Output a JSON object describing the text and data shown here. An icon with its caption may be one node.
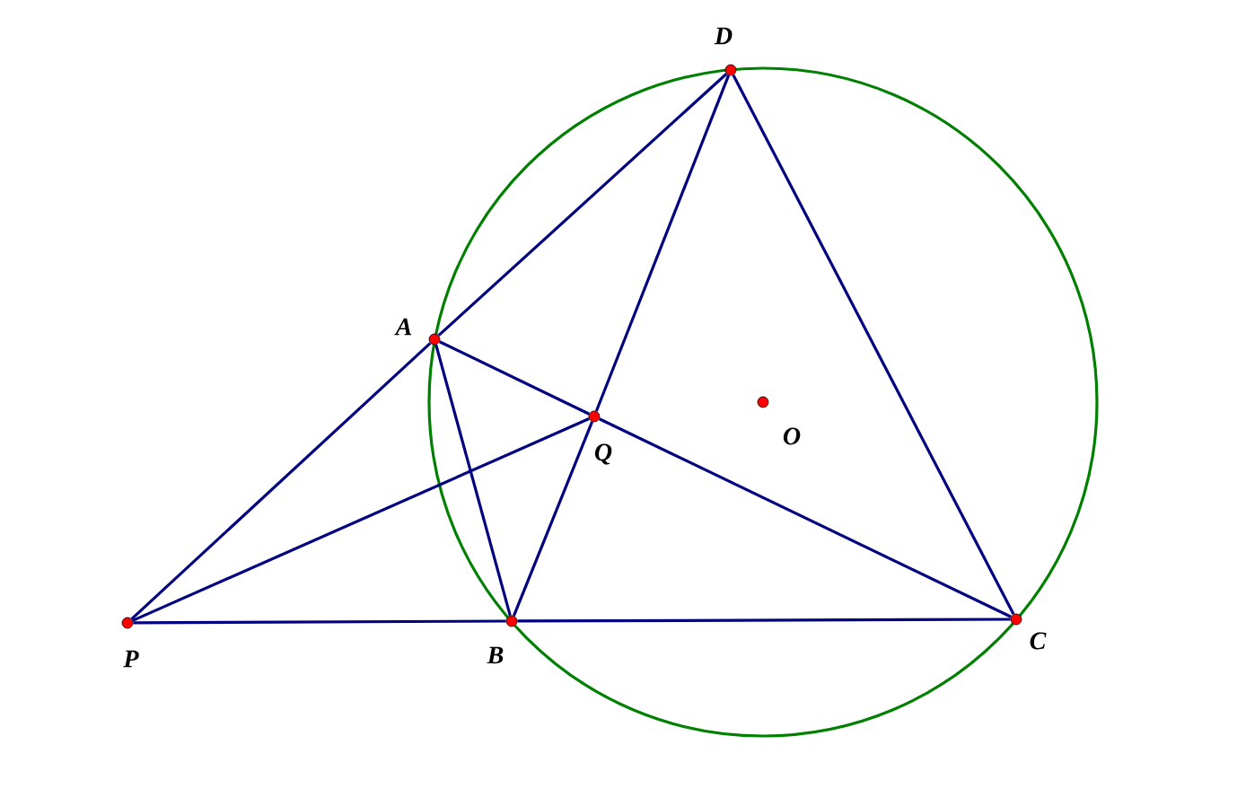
{
  "diagram": {
    "nodes": [
      {
        "text": [],
        "shape": "circle",
        "beside": [
          "D"
        ]
      },
      {
        "text": [],
        "shape": "circle",
        "beside": [
          "A"
        ]
      },
      {
        "text": [],
        "shape": "circle",
        "beside": [
          "Q"
        ]
      },
      {
        "text": [],
        "shape": "circle",
        "beside": [
          "O"
        ]
      },
      {
        "text": [],
        "shape": "circle",
        "beside": [
          "P"
        ]
      },
      {
        "text": [],
        "shape": "circle",
        "beside": [
          "B"
        ]
      },
      {
        "text": [],
        "shape": "circle",
        "beside": [
          "C"
        ]
      }
    ],
    "edges": [
      {
        "from": 4,
        "to": 1,
        "arrow": "none"
      },
      {
        "from": 1,
        "to": 0,
        "arrow": "none"
      },
      {
        "from": 4,
        "to": 2,
        "arrow": "none"
      },
      {
        "from": 4,
        "to": 5,
        "arrow": "none"
      },
      {
        "from": 5,
        "to": 6,
        "arrow": "none"
      },
      {
        "from": 1,
        "to": 5,
        "arrow": "none"
      },
      {
        "from": 1,
        "to": 2,
        "arrow": "none"
      },
      {
        "from": 2,
        "to": 6,
        "arrow": "none"
      },
      {
        "from": 5,
        "to": 2,
        "arrow": "none"
      },
      {
        "from": 2,
        "to": 0,
        "arrow": "none"
      },
      {
        "from": 0,
        "to": 6,
        "arrow": "none"
      }
    ]
  }
}
